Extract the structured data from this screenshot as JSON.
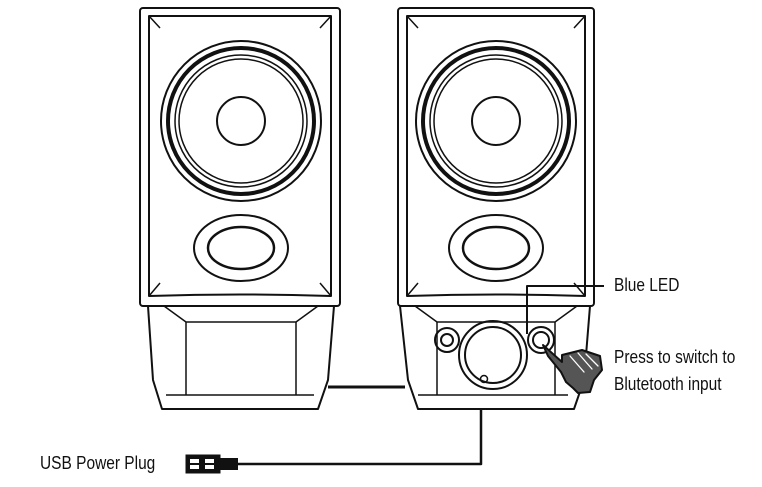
{
  "labels": {
    "blue_led": "Blue LED",
    "press_line1": "Press to switch to",
    "press_line2": "Blutetooth input",
    "usb": "USB Power Plug"
  },
  "colors": {
    "stroke": "#111111",
    "background": "#ffffff"
  },
  "icons": {
    "hand": "pointing-hand-icon",
    "usb_plug": "usb-plug-icon"
  }
}
